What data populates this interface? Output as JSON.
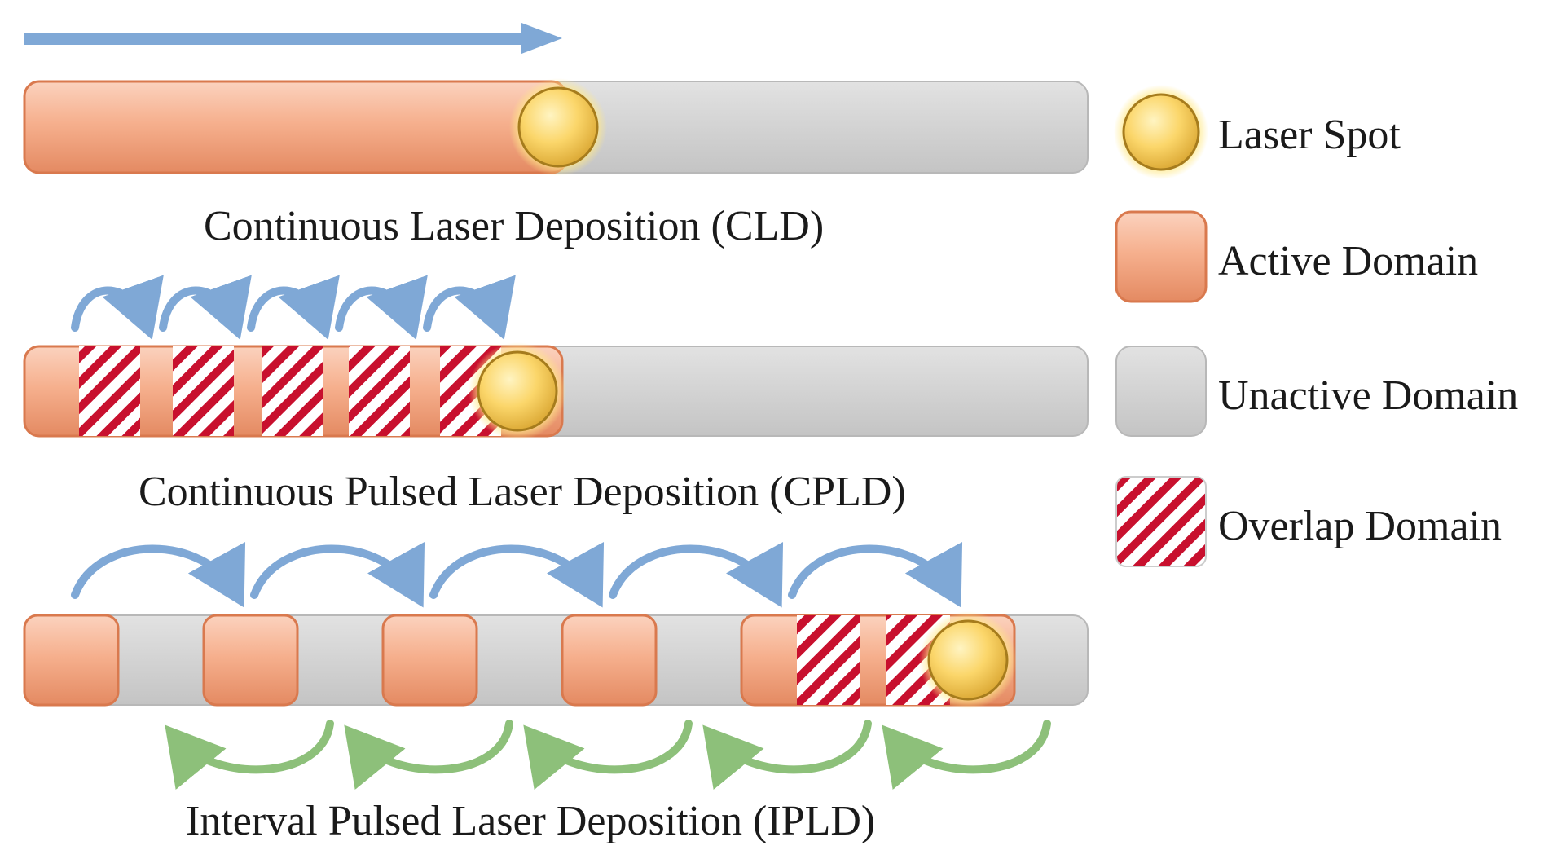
{
  "colors": {
    "active_domain": "#F6B08E",
    "active_domain_edge": "#D9794E",
    "unactive_domain": "#D4D4D4",
    "laser_spot": "#FFD65A",
    "laser_glow": "#FFE98A",
    "overlap_stripe": "#C8102E",
    "travel_arrow": "#7FA8D6",
    "forward_arc": "#7FA8D6",
    "backward_arc": "#8DC07A"
  },
  "icons": {
    "direction": "right-arrow-icon",
    "laser_spot": "laser-spot-icon",
    "active_domain": "active-domain-icon",
    "unactive_domain": "unactive-domain-icon",
    "overlap_domain": "overlap-domain-icon"
  },
  "panels": {
    "cld": {
      "caption": "Continuous Laser Deposition (CLD)"
    },
    "cpld": {
      "caption": "Continuous Pulsed Laser Deposition (CPLD)"
    },
    "ipld": {
      "caption": "Interval Pulsed Laser Deposition (IPLD)"
    }
  },
  "legend": {
    "items": [
      {
        "label": "Laser Spot"
      },
      {
        "label": "Active Domain"
      },
      {
        "label": "Unactive Domain"
      },
      {
        "label": "Overlap Domain"
      }
    ]
  }
}
